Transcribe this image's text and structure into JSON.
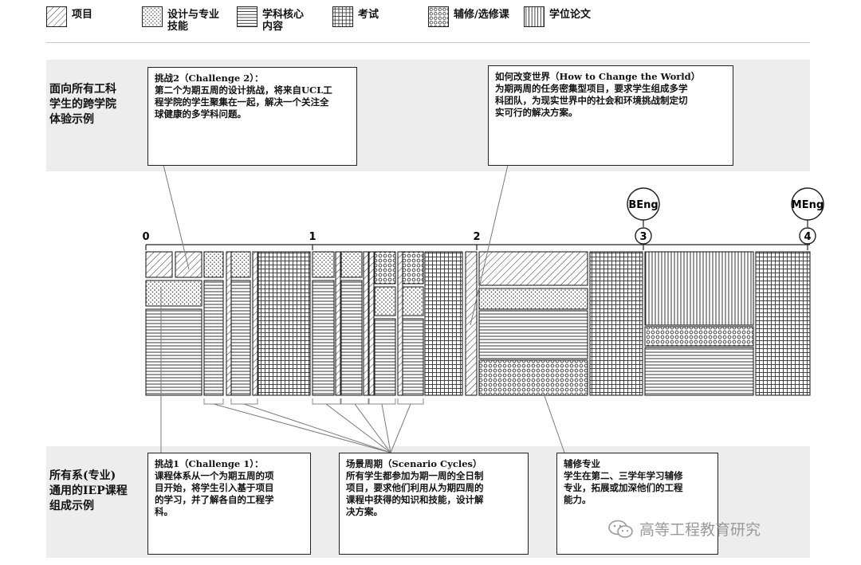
{
  "legend": {
    "items": [
      {
        "key": "project",
        "label": "项目"
      },
      {
        "key": "design",
        "label": "设计与专业\n技能"
      },
      {
        "key": "core",
        "label": "学科核心\n内容"
      },
      {
        "key": "exam",
        "label": "考试"
      },
      {
        "key": "minor",
        "label": "辅修/选修课"
      },
      {
        "key": "thesis",
        "label": "学位论文"
      }
    ]
  },
  "bands": {
    "top_label": "面向所有工科\n学生的跨学院\n体验示例",
    "bottom_label": "所有系(专业)\n通用的IEP课程\n组成示例"
  },
  "timeline": {
    "ticks": [
      "0",
      "1",
      "2",
      "3",
      "4"
    ],
    "degrees": [
      {
        "label": "BEng",
        "year": 3
      },
      {
        "label": "MEng",
        "year": 4
      }
    ]
  },
  "callouts": {
    "challenge2": {
      "title": "挑战2（Challenge 2）：",
      "body": "第二个为期五周的设计挑战，将来自UCL工\n程学院的学生聚集在一起，解决一个关注全\n球健康的多学科问题。"
    },
    "how_to_change": {
      "title": "如何改变世界（How to Change the World）",
      "body": "为期两周的任务密集型项目，要求学生组成多学\n科团队，为现实世界中的社会和环境挑战制定切\n实可行的解决方案。"
    },
    "challenge1": {
      "title": "挑战1（Challenge 1）：",
      "body": "课程体系从一个为期五周的项\n目开始，将学生引入基于项目\n的学习，并了解各自的工程学\n科。"
    },
    "scenario": {
      "title": "场景周期（Scenario Cycles）",
      "body": "所有学生都参加为期一周的全日制\n项目，要求他们利用从为期四周的\n课程中获得的知识和技能，设计解\n决方案。"
    },
    "minor": {
      "title": "辅修专业",
      "body": "学生在第二、三学年学习辅修\n专业，拓展或加深他们的工程\n能力。"
    }
  },
  "watermark": {
    "text": "高等工程教育研究"
  },
  "colors": {
    "stroke": "#222222",
    "band": "#ededed",
    "leader": "#7a7a7a"
  }
}
